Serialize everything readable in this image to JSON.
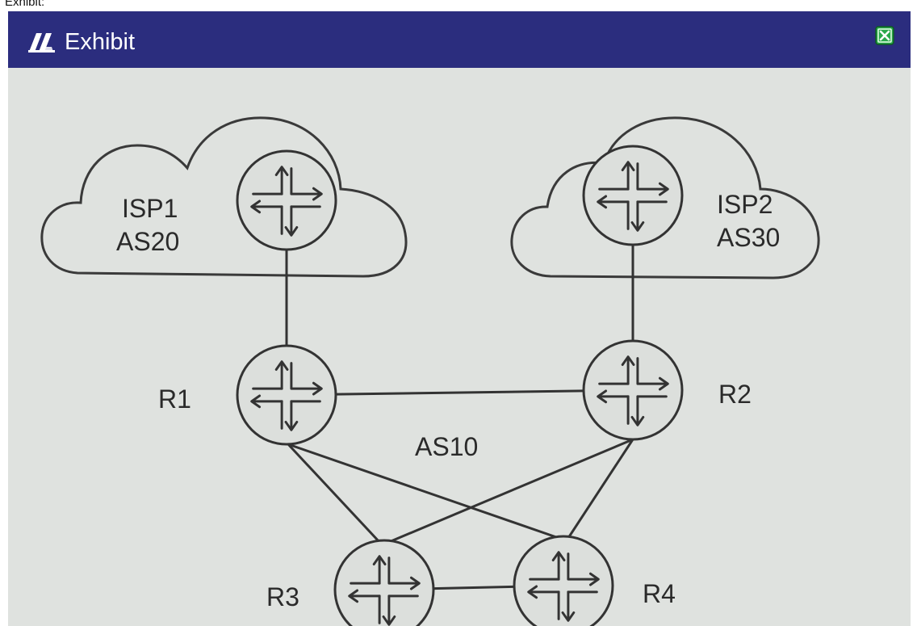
{
  "caption": "Exhibit:",
  "window": {
    "title": "Exhibit",
    "title_icon": "exhibit-icon",
    "close_icon": "close-icon",
    "titlebar_color": "#2b2d7e",
    "close_color": "#2aa84a"
  },
  "diagram": {
    "clouds": [
      {
        "id": "isp1",
        "line1": "ISP1",
        "line2": "AS20"
      },
      {
        "id": "isp2",
        "line1": "ISP2",
        "line2": "AS30"
      }
    ],
    "routers": [
      {
        "id": "isp1-router",
        "label": ""
      },
      {
        "id": "isp2-router",
        "label": ""
      },
      {
        "id": "r1",
        "label": "R1"
      },
      {
        "id": "r2",
        "label": "R2"
      },
      {
        "id": "r3",
        "label": "R3"
      },
      {
        "id": "r4",
        "label": "R4"
      }
    ],
    "as_label": "AS10",
    "links": [
      [
        "isp1-router",
        "r1"
      ],
      [
        "isp2-router",
        "r2"
      ],
      [
        "r1",
        "r2"
      ],
      [
        "r1",
        "r3"
      ],
      [
        "r1",
        "r4"
      ],
      [
        "r2",
        "r3"
      ],
      [
        "r2",
        "r4"
      ],
      [
        "r3",
        "r4"
      ]
    ]
  }
}
